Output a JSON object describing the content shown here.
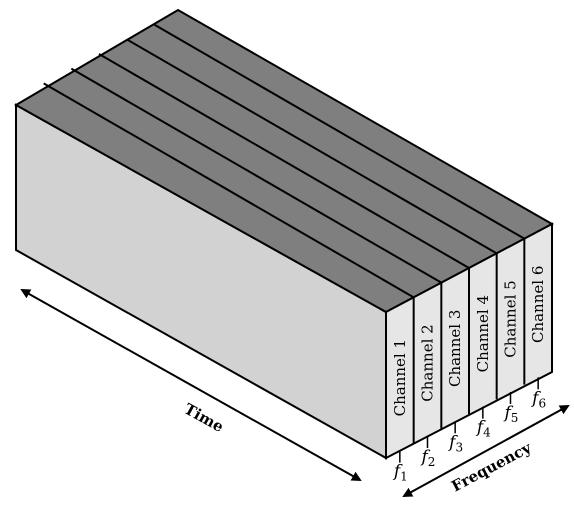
{
  "diagram": {
    "channels": [
      "Channel 1",
      "Channel 2",
      "Channel 3",
      "Channel 4",
      "Channel 5",
      "Channel 6"
    ],
    "frequencies": [
      {
        "symbol": "f",
        "sub": "1"
      },
      {
        "symbol": "f",
        "sub": "2"
      },
      {
        "symbol": "f",
        "sub": "3"
      },
      {
        "symbol": "f",
        "sub": "4"
      },
      {
        "symbol": "f",
        "sub": "5"
      },
      {
        "symbol": "f",
        "sub": "6"
      }
    ],
    "time_label": "Time",
    "frequency_label": "Frequency",
    "colors": {
      "top": "#7f7f7f",
      "side": "#d2d2d2",
      "end": "#e6e6e6",
      "stroke": "#000000"
    }
  }
}
